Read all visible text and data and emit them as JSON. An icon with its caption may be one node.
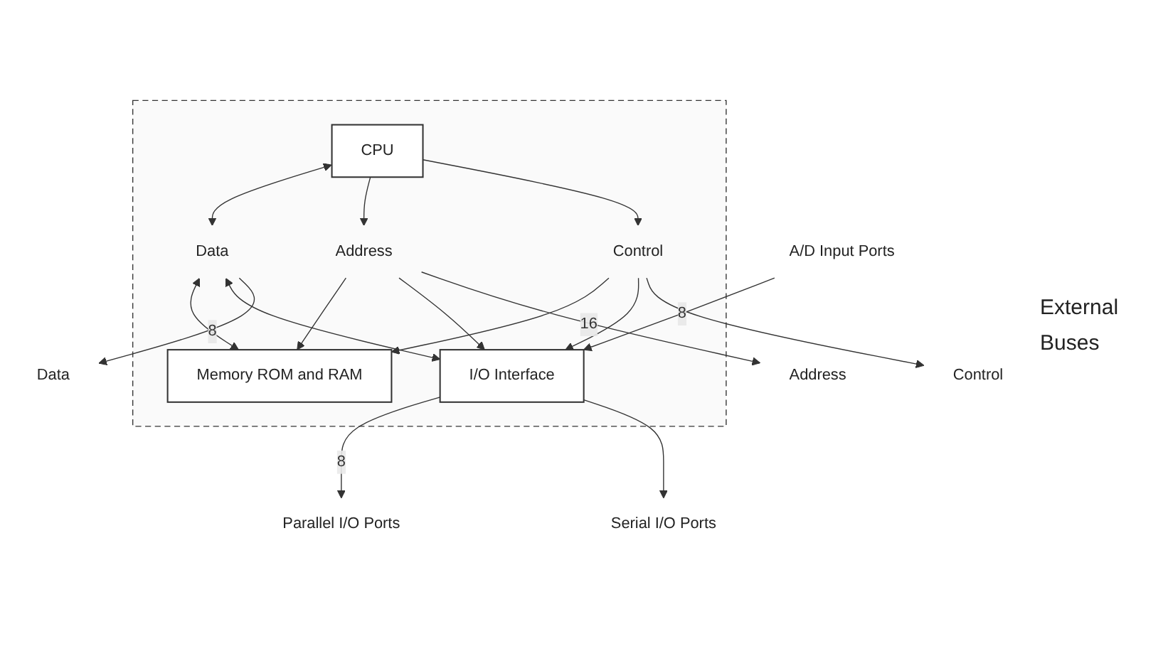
{
  "diagram": {
    "nodes": [
      {
        "text": [],
        "shape": "box"
      },
      {
        "text": [
          "Parallel I/O Ports"
        ]
      },
      {
        "text": [
          "Serial I/O Ports"
        ]
      },
      {
        "text": [
          "A/D Input Ports"
        ]
      },
      {
        "text": [
          "CPU"
        ],
        "in": 0
      },
      {
        "text": [
          "Memory ROM and RAM"
        ],
        "in": 0
      },
      {
        "text": [
          "I/O Interface"
        ],
        "in": 0
      },
      {
        "text": [
          "Data"
        ],
        "in": 0
      },
      {
        "text": [
          "Address"
        ],
        "in": 0
      },
      {
        "text": [
          "Control"
        ],
        "in": 0
      },
      {
        "text": [
          "Data"
        ]
      },
      {
        "text": [
          "Address"
        ]
      },
      {
        "text": [
          "Control"
        ]
      }
    ],
    "edges": [
      {
        "from": 6,
        "to": 1,
        "arrow": "to",
        "label": "8"
      },
      {
        "from": 6,
        "to": 2,
        "arrow": "to"
      },
      {
        "from": 3,
        "to": 6,
        "arrow": "to",
        "label": "8"
      },
      {
        "from": 4,
        "to": 7,
        "arrow": "both"
      },
      {
        "from": 4,
        "to": 8,
        "arrow": "to"
      },
      {
        "from": 4,
        "to": 9,
        "arrow": "to"
      },
      {
        "from": 7,
        "to": 5,
        "arrow": "both"
      },
      {
        "from": 8,
        "to": 5,
        "arrow": "to"
      },
      {
        "from": 9,
        "to": 5,
        "arrow": "to"
      },
      {
        "from": 7,
        "to": 6,
        "arrow": "both"
      },
      {
        "from": 8,
        "to": 6,
        "arrow": "to"
      },
      {
        "from": 9,
        "to": 6,
        "arrow": "to"
      },
      {
        "from": 7,
        "to": 10,
        "arrow": "to",
        "label": "8"
      },
      {
        "from": 8,
        "to": 11,
        "arrow": "to",
        "label": "16"
      },
      {
        "from": 9,
        "to": 12,
        "arrow": "to"
      }
    ],
    "labels": [
      "External",
      "Buses"
    ]
  }
}
